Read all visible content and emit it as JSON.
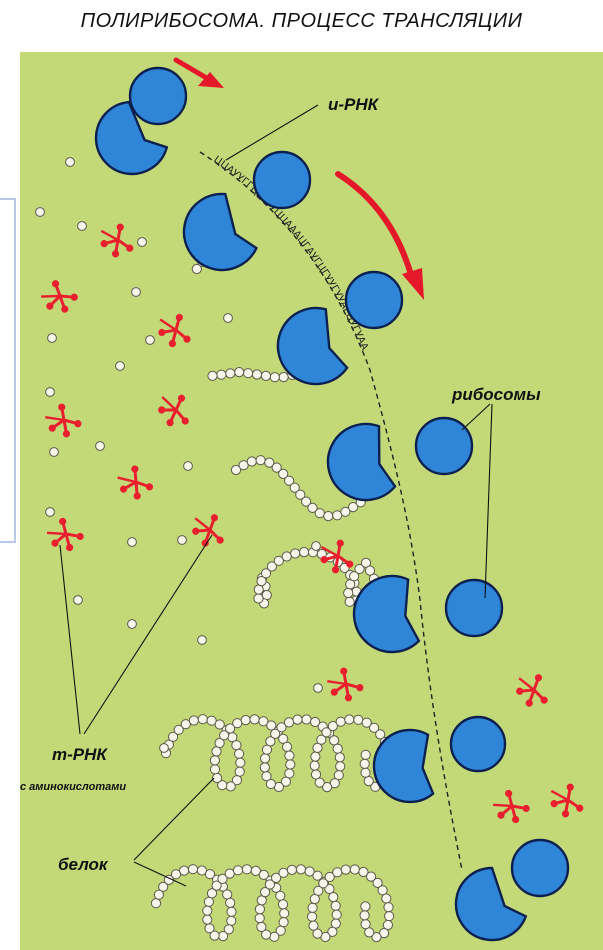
{
  "title": "ПОЛИРИБОСОМА. ПРОЦЕСС ТРАНСЛЯЦИИ",
  "labels": {
    "mrna": "и-РНК",
    "ribosomes": "рибосомы",
    "trna": "т-РНК",
    "trna_sub": "с аминокислотами",
    "protein": "белок"
  },
  "mrna_codons": "ЦЦАУУГГЦУУУУЦЦАААЦГАУГЦГУУГУУАГЦУГУАА",
  "colors": {
    "background": "#c3d977",
    "ribosome": "#2f86d8",
    "ribosome_outline": "#0c2050",
    "trna": "#e8202e",
    "arrow": "#e5182a",
    "amino_acid": "#f7f5ea"
  },
  "icons": [
    "ribosome-large-subunit",
    "ribosome-small-subunit",
    "trna-cross",
    "amino-acid-bead",
    "direction-arrow"
  ]
}
